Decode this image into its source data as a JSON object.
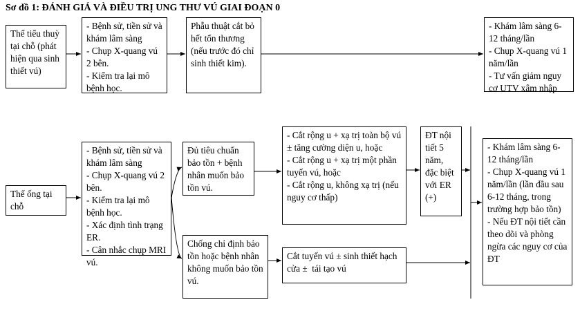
{
  "title": "Sơ đồ 1: ĐÁNH GIÁ VÀ ĐIỀU TRỊ UNG THƯ VÚ GIAI ĐOẠN 0",
  "row1": {
    "lcis": "Thể tiểu thuỳ tại chỗ (phát hiện qua sinh thiết vú)",
    "workup": "- Bệnh sử, tiền sử và khám lâm sàng\n- Chụp X-quang vú 2 bên.\n- Kiểm tra lại mô bệnh học.",
    "surgery": "Phẫu thuật cắt bỏ hết tổn thương (nếu trước đó chỉ sinh thiết kim).",
    "followup": "- Khám lâm sàng 6-12 tháng/lần\n- Chụp X-quang vú 1 năm/lần\n- Tư vấn giảm nguy cơ UTV xâm nhập"
  },
  "row2": {
    "dcis": "Thể ống tại chỗ",
    "workup": "- Bệnh sử, tiền sử và khám lâm sàng\n- Chụp X-quang vú 2 bên.\n- Kiểm tra lại mô bệnh học.\n- Xác định tình trạng ER.\n- Cân nhắc chụp MRI vú.",
    "conserve_ok": "Đủ tiêu chuẩn bảo tồn + bệnh nhân muốn bảo tồn vú.",
    "conserve_no": "Chống chỉ định bảo tồn hoặc bệnh nhân không muốn bảo tồn vú.",
    "conserve_tx": "- Cắt rộng u + xạ trị toàn bộ vú ± tăng cường diện u, hoặc\n- Cắt rộng u + xạ trị một phần tuyến vú, hoặc\n- Cắt rộng u, không xạ trị (nếu nguy cơ thấp)",
    "mastectomy": "Cắt tuyến vú ± sinh thiết hạch cửa ±  tái tạo vú",
    "endocrine": "ĐT nội tiết 5 năm, đặc biệt với ER (+)",
    "followup": "- Khám lâm sàng 6-12 tháng/lần\n- Chụp X-quang vú 1 năm/lần (lần đầu sau 6-12 tháng, trong trường hợp bảo tồn)\n- Nếu ĐT nội tiết cần theo dõi và phòng ngừa các nguy cơ của ĐT"
  }
}
